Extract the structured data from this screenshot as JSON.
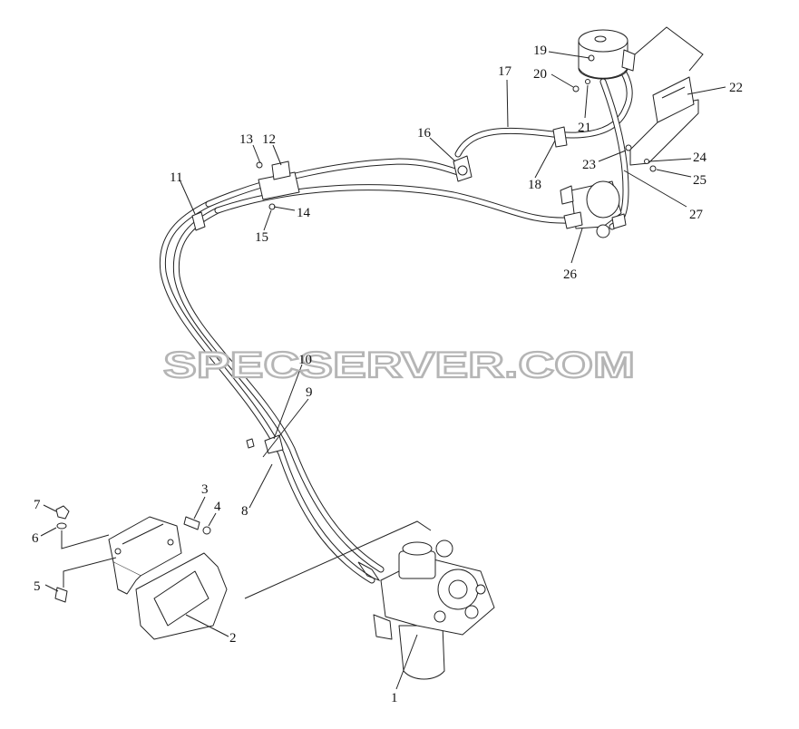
{
  "watermark": "SPECSERVER.COM",
  "callouts": [
    "1",
    "2",
    "3",
    "4",
    "5",
    "6",
    "7",
    "8",
    "9",
    "10",
    "11",
    "12",
    "13",
    "14",
    "15",
    "16",
    "17",
    "18",
    "19",
    "20",
    "21",
    "22",
    "23",
    "24",
    "25",
    "26",
    "27"
  ]
}
